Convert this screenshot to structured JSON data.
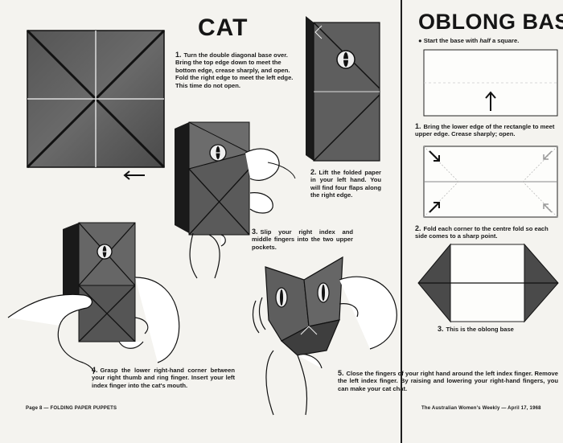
{
  "cat": {
    "title": "CAT",
    "step1": {
      "num": "1.",
      "text": "Turn the double diagonal base over. Bring the top edge down to meet the bottom edge, crease sharply, and open. Fold the right edge to meet the left edge. This time do not open."
    },
    "step2": {
      "num": "2.",
      "text": "Lift the folded paper in your left hand. You will find four flaps along the right edge."
    },
    "step3": {
      "num": "3.",
      "text": "Slip your right index and middle fingers into the two upper pockets."
    },
    "step4": {
      "num": "4.",
      "text": "Grasp the lower right-hand corner between your right thumb and ring finger. Insert your left index finger into the cat's mouth."
    },
    "step5": {
      "num": "5.",
      "text": "Close the fingers of your right hand around the left index finger. Remove the left index finger. By raising and lowering your right-hand fingers, you can make your cat chat."
    }
  },
  "oblong": {
    "title": "OBLONG BASE",
    "start_prefix": "Start the base with ",
    "start_emph": "half",
    "start_suffix": " a square.",
    "step1": {
      "num": "1.",
      "text": "Bring the lower edge of the rectangle to meet upper edge. Crease sharply; open."
    },
    "step2": {
      "num": "2.",
      "text": "Fold each corner to the centre fold so each side comes to a sharp point."
    },
    "step3": {
      "num": "3.",
      "text": "This is the oblong base"
    }
  },
  "footer": {
    "left": "Page 8 — FOLDING PAPER PUPPETS",
    "right": "The Australian Women's Weekly — April 17, 1968"
  }
}
